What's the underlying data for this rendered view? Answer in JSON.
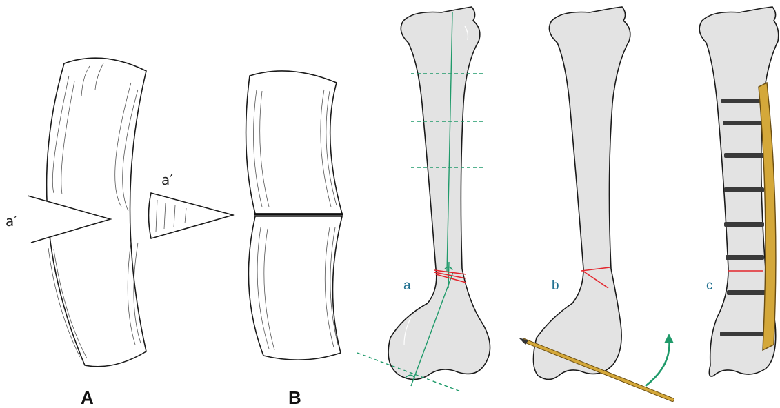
{
  "figure": {
    "panel_A_label": "A",
    "panel_B_label": "B",
    "wedge_label_left": "a′",
    "wedge_label_piece": "a′",
    "step_a_label": "a",
    "step_b_label": "b",
    "step_c_label": "c"
  },
  "colors": {
    "bone_fill": "#e3e3e3",
    "outline": "#1a1a1a",
    "guide_lines": "#1f9a6a",
    "osteotomy_cut": "#e3262d",
    "plate_and_pin": "#d4a83a",
    "step_labels": "#1f6f8f"
  },
  "icons": [
    "screw-icon",
    "pin-icon",
    "rotation-arrow-icon"
  ]
}
